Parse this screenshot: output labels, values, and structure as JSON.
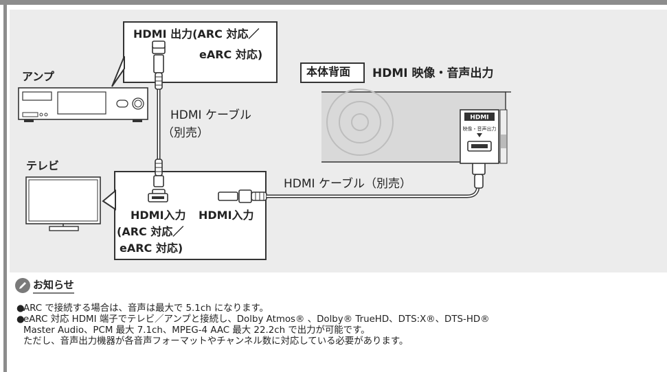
{
  "diagram": {
    "amp_label": "アンプ",
    "tv_label": "テレビ",
    "amp_callout_line1": "HDMI 出力(ARC 対応／",
    "amp_callout_line2": "eARC 対応)",
    "cable_amp_tv_line1": "HDMI ケーブル",
    "cable_amp_tv_line2": "（別売）",
    "tv_in_arc_line1": "HDMI入力",
    "tv_in_arc_line2": "(ARC 対応／",
    "tv_in_arc_line3": "eARC 対応)",
    "tv_in_label": "HDMI入力",
    "cable_tv_player": "HDMI ケーブル（別売）",
    "rear_panel_tag": "本体背面",
    "rear_panel_title": "HDMI 映像・音声出力",
    "port_logo": "HDMI",
    "port_sublabel": "映像・音声出力"
  },
  "notice": {
    "title": "お知らせ",
    "icon": "pencil-icon",
    "items": [
      {
        "line1": "ARC で接続する場合は、音声は最大で 5.1ch になります。"
      },
      {
        "line1": "eARC 対応 HDMI 端子でテレビ／アンプと接続し、Dolby Atmos® 、Dolby® TrueHD、DTS:X®、DTS-HD®",
        "line2": "Master Audio、PCM 最大 7.1ch、MPEG-4 AAC 最大 22.2ch で出力が可能です。",
        "line3": "ただし、音声出力機器が各音声フォーマットやチャンネル数に対応している必要があります。"
      }
    ]
  },
  "colors": {
    "frame": "#8c8c8c",
    "panel_bg": "#ececec",
    "device_fill": "#ffffff",
    "line": "#333333",
    "rear_panel": "#d9d9d9"
  }
}
